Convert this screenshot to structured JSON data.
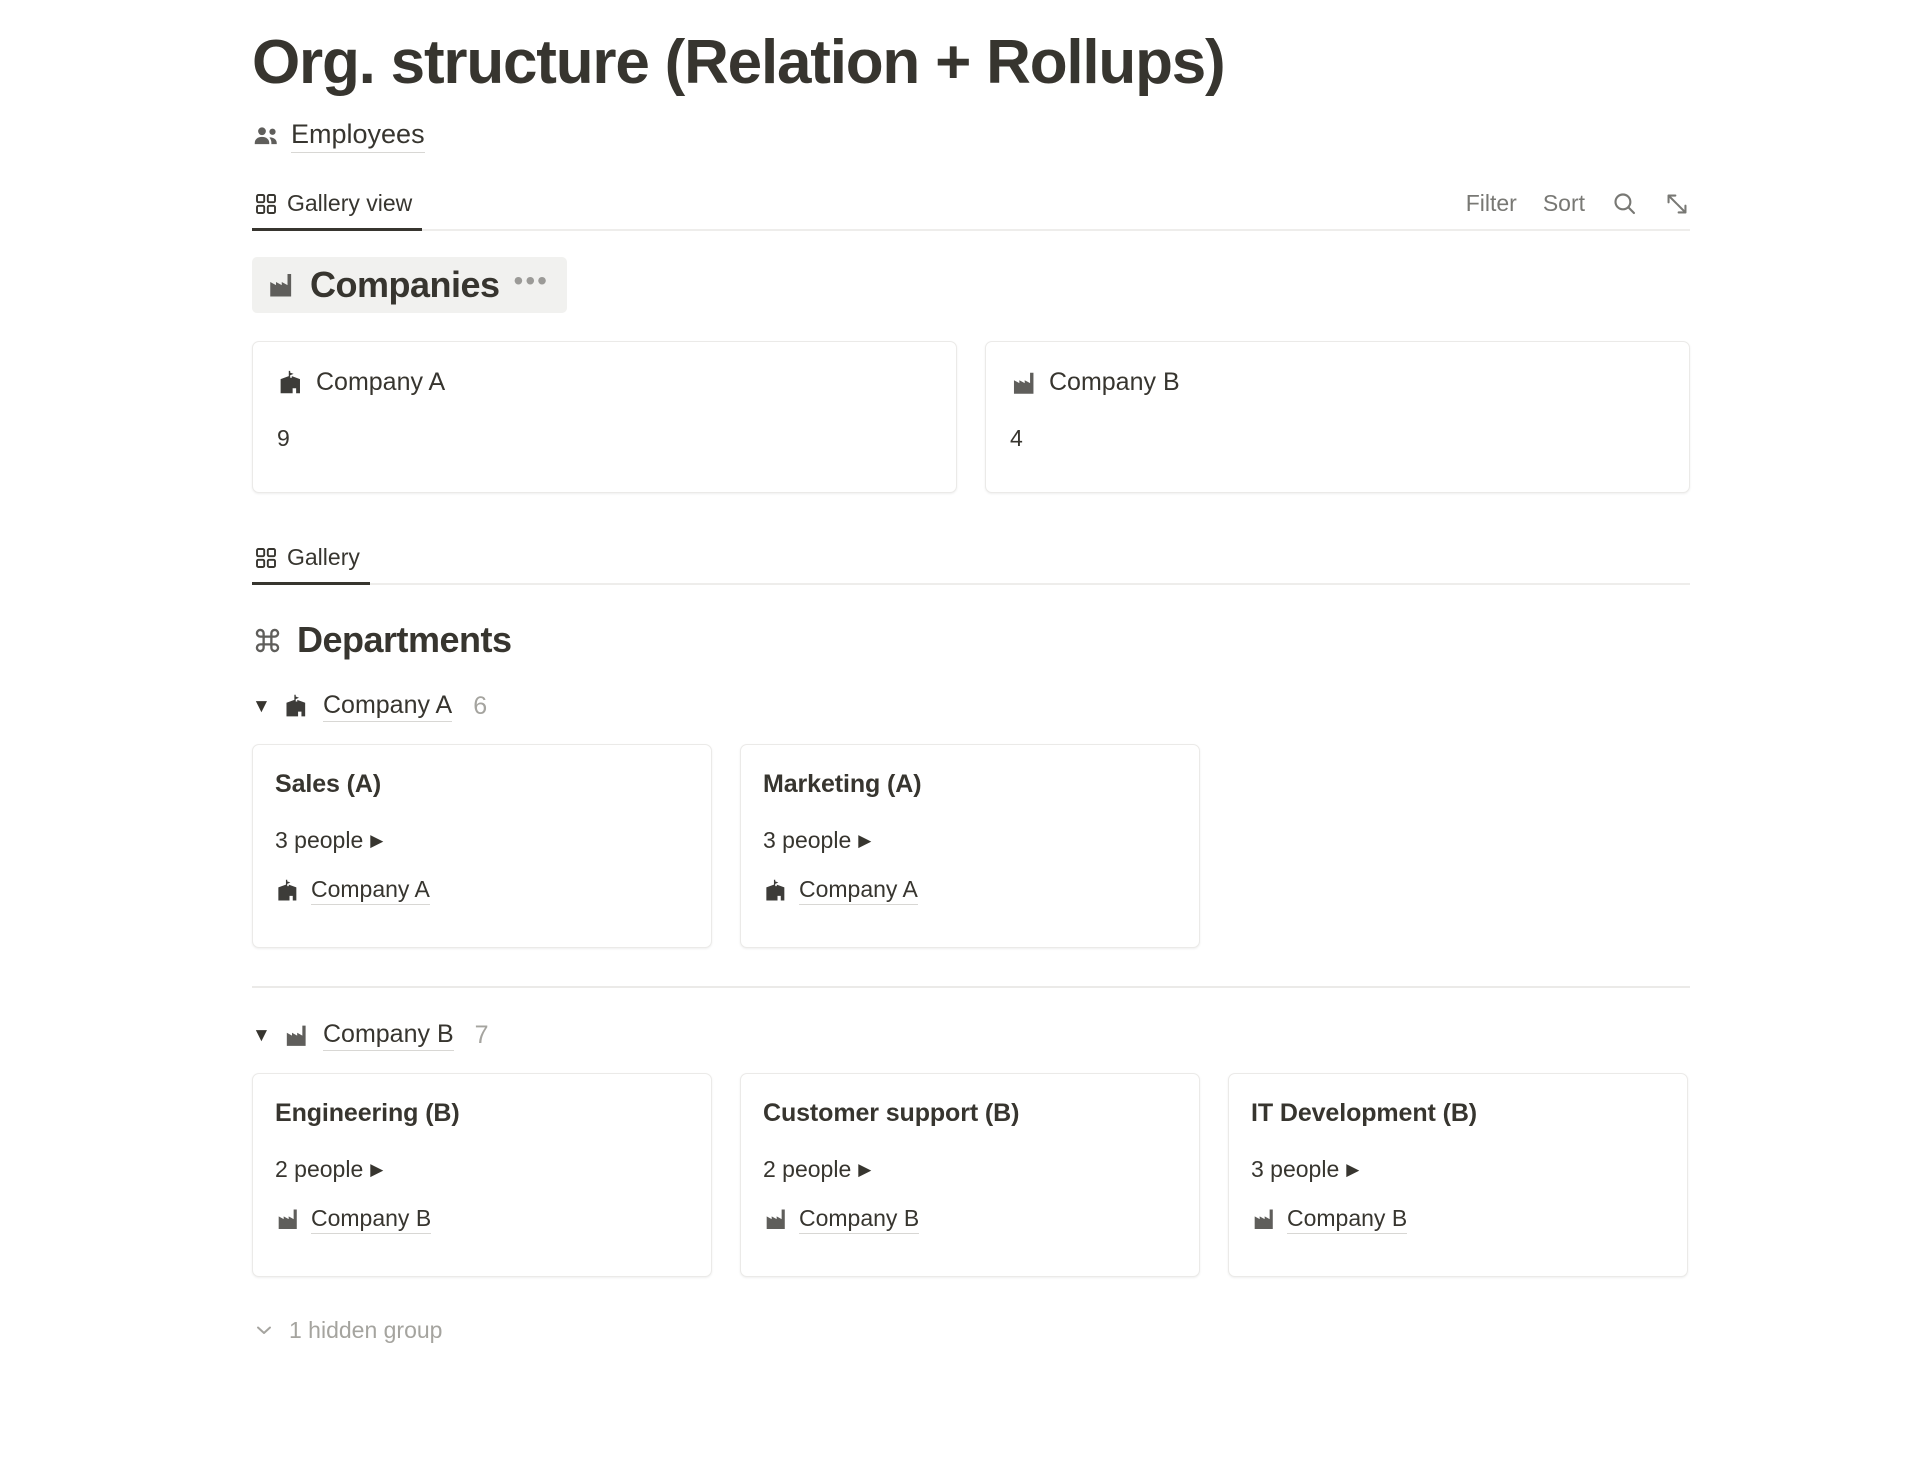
{
  "page": {
    "title": "Org. structure (Relation + Rollups)"
  },
  "breadcrumb": {
    "icon": "people-group-icon",
    "label": "Employees"
  },
  "view_bar_companies": {
    "tab": {
      "icon": "gallery-grid-icon",
      "label": "Gallery view",
      "active": true
    },
    "actions": {
      "filter": "Filter",
      "sort": "Sort",
      "search_icon": "search-icon",
      "expand_icon": "expand-diagonal-icon"
    }
  },
  "view_bar_departments": {
    "tab": {
      "icon": "gallery-grid-icon",
      "label": "Gallery",
      "active": true
    }
  },
  "companies_section": {
    "icon": "factory-icon",
    "title": "Companies",
    "more_label": "•••",
    "highlighted": true,
    "cards": [
      {
        "icon": "school-building-icon",
        "title": "Company A",
        "value": "9"
      },
      {
        "icon": "factory-icon",
        "title": "Company B",
        "value": "4"
      }
    ]
  },
  "departments_section": {
    "icon": "command-icon",
    "title": "Departments",
    "groups": [
      {
        "toggle": "▼",
        "icon": "school-building-icon",
        "name": "Company A",
        "count": "6",
        "cards": [
          {
            "title": "Sales (A)",
            "rollup": "3 people",
            "rollup_arrow": "▶",
            "relation_icon": "school-building-icon",
            "relation": "Company A"
          },
          {
            "title": "Marketing (A)",
            "rollup": "3 people",
            "rollup_arrow": "▶",
            "relation_icon": "school-building-icon",
            "relation": "Company A"
          }
        ]
      },
      {
        "toggle": "▼",
        "icon": "factory-icon",
        "name": "Company B",
        "count": "7",
        "cards": [
          {
            "title": "Engineering (B)",
            "rollup": "2 people",
            "rollup_arrow": "▶",
            "relation_icon": "factory-icon",
            "relation": "Company B"
          },
          {
            "title": "Customer support (B)",
            "rollup": "2 people",
            "rollup_arrow": "▶",
            "relation_icon": "factory-icon",
            "relation": "Company B"
          },
          {
            "title": "IT Development (B)",
            "rollup": "3 people",
            "rollup_arrow": "▶",
            "relation_icon": "factory-icon",
            "relation": "Company B"
          }
        ]
      }
    ],
    "hidden_group": {
      "icon": "chevron-down-icon",
      "label": "1 hidden group"
    }
  },
  "colors": {
    "text": "#37352f",
    "muted": "#a5a49f",
    "border": "#ebeae8",
    "highlight_bg": "#f1f1ef"
  }
}
